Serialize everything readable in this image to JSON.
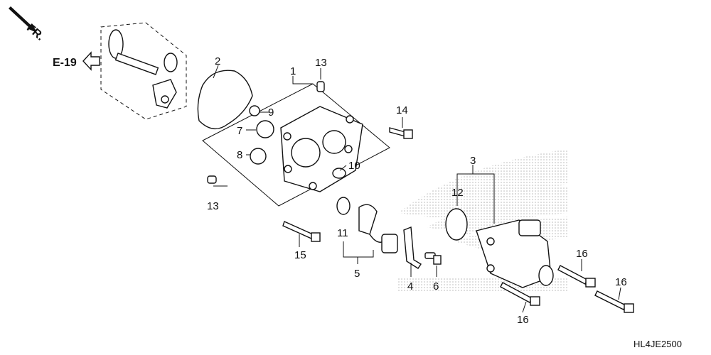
{
  "direction": {
    "label": "FR."
  },
  "reference": {
    "label": "E-19"
  },
  "callouts": [
    "1",
    "2",
    "3",
    "4",
    "5",
    "6",
    "7",
    "8",
    "9",
    "10",
    "11",
    "12",
    "13",
    "13",
    "14",
    "15",
    "16",
    "16",
    "16"
  ],
  "diagram_code": "HL4JE2500",
  "colors": {
    "line": "#111111",
    "watermark": "#b8b8b8"
  }
}
